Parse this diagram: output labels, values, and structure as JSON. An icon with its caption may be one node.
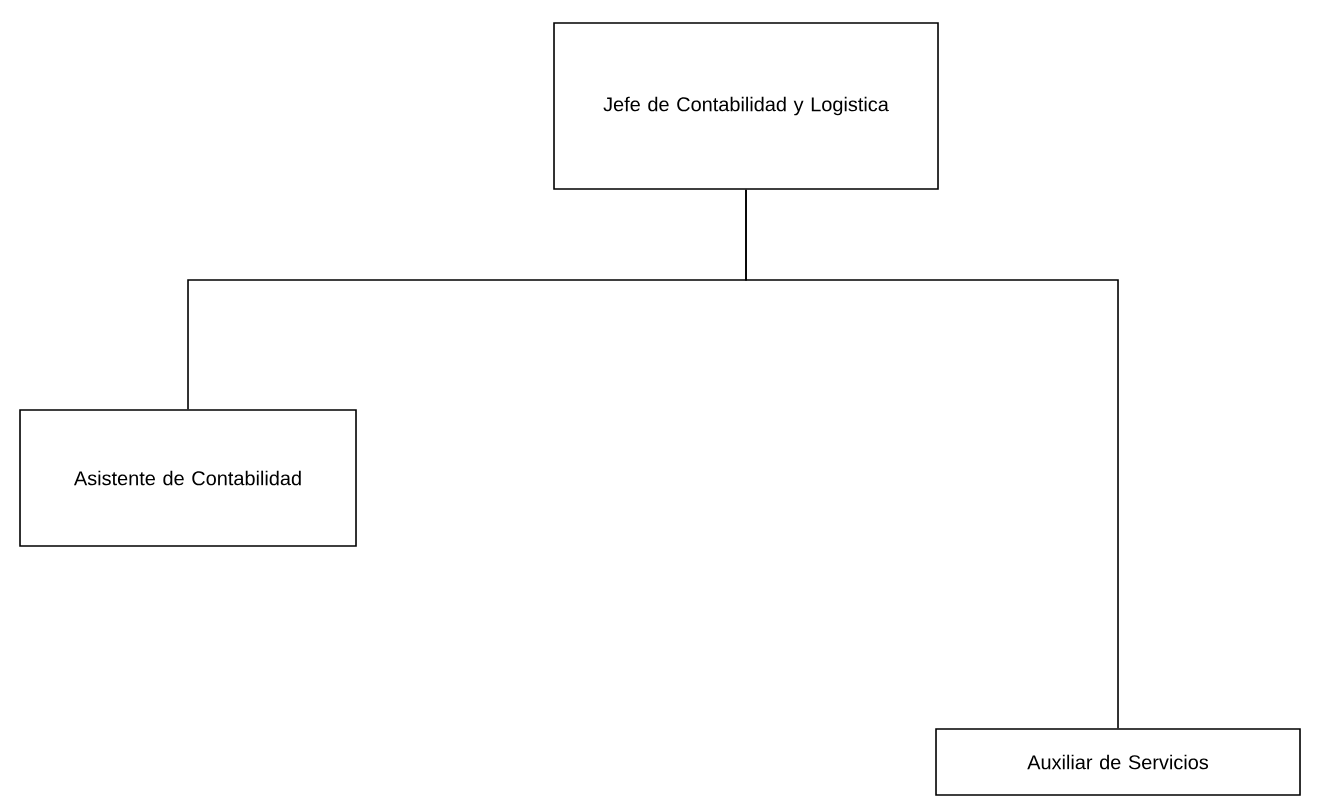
{
  "diagram": {
    "nodes": [
      {
        "text": [
          "Jefe de Contabilidad y Logistica"
        ]
      },
      {
        "text": [
          "Asistente de Contabilidad"
        ]
      },
      {
        "text": [
          "Auxiliar de Servicios"
        ]
      }
    ],
    "edges": [
      {
        "from": 0,
        "to": 1,
        "arrow": "none"
      },
      {
        "from": 0,
        "to": 2,
        "arrow": "none"
      }
    ]
  }
}
